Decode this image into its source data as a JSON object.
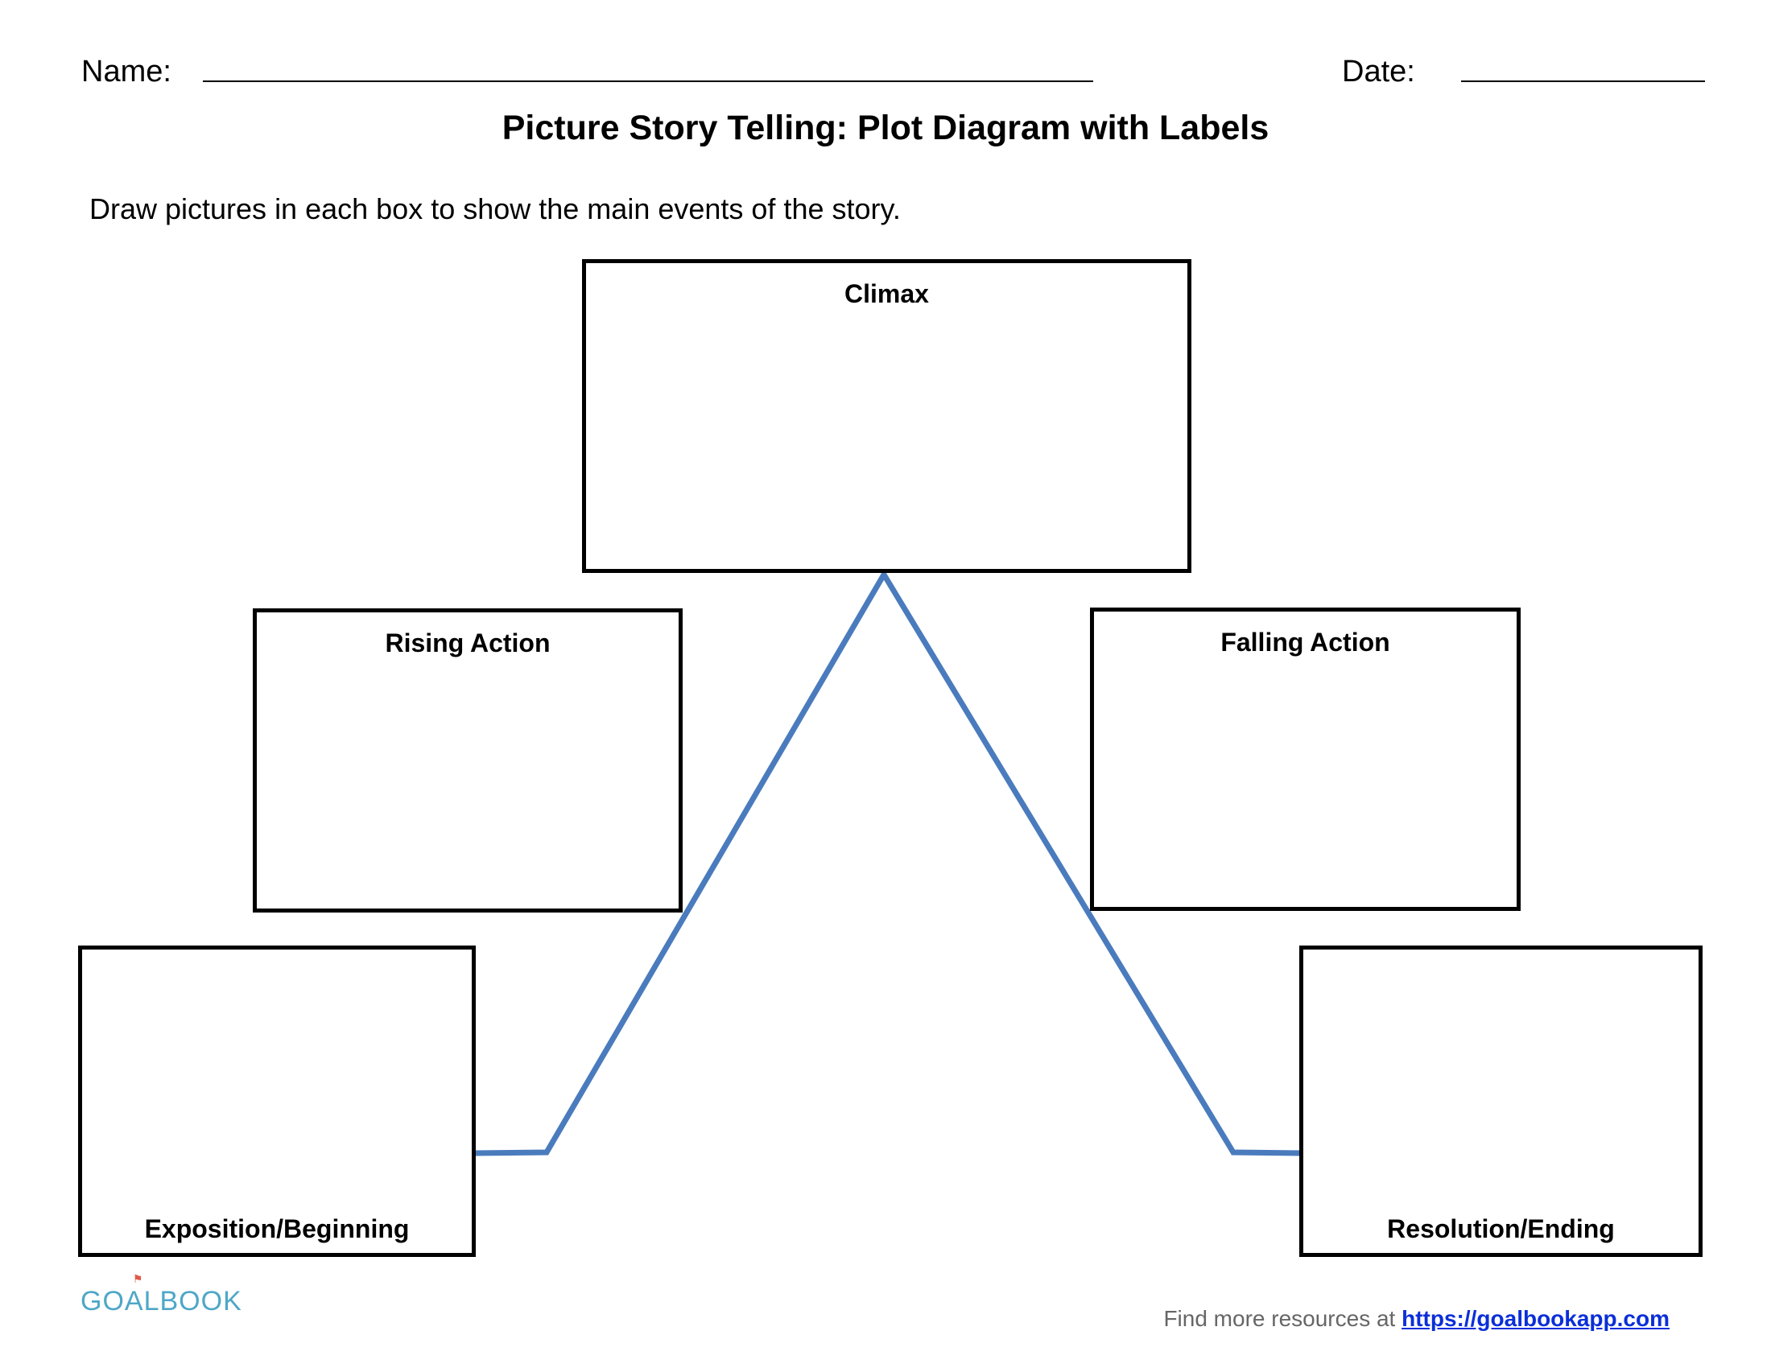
{
  "header": {
    "name_label": "Name:",
    "date_label": "Date:"
  },
  "title": "Picture Story Telling: Plot Diagram with Labels",
  "instructions": "Draw pictures in each box to show the main events of the story.",
  "boxes": {
    "climax": "Climax",
    "rising_action": "Rising Action",
    "falling_action": "Falling Action",
    "exposition": "Exposition/Beginning",
    "resolution": "Resolution/Ending"
  },
  "colors": {
    "plot_line": "#4a7bbd",
    "logo": "#4ea7c8",
    "link": "#0a2fd8"
  },
  "footer": {
    "logo_text_part1": "GO",
    "logo_text_a": "A",
    "logo_text_part2": "LBOOK",
    "resources_text": "Find more resources at",
    "link_text": "https://goalbookapp.com"
  }
}
